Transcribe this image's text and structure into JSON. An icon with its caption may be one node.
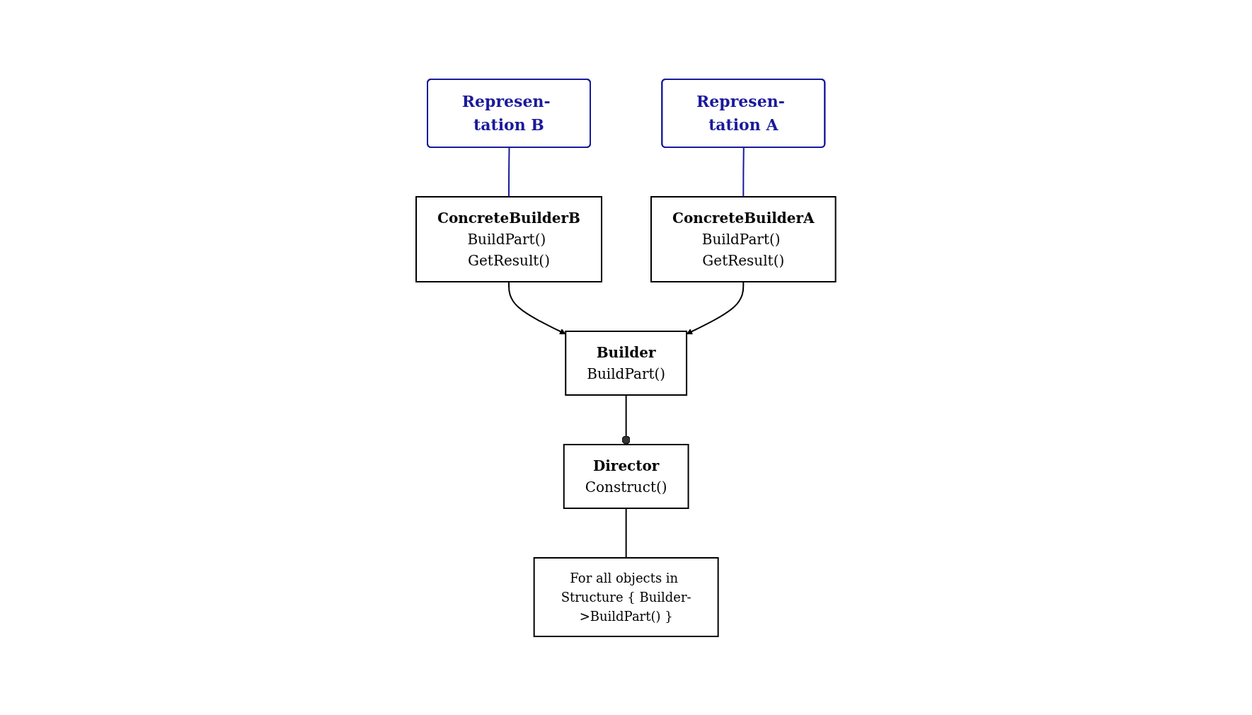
{
  "diagram": {
    "nodes": [
      {
        "text": [
          "Director",
          "Construct()"
        ]
      },
      {
        "text": [
          "Builder",
          "BuildPart()"
        ]
      },
      {
        "text": [
          "For all objects in Structure { Builder->BuildPart() }"
        ]
      },
      {
        "text": [
          "ConcreteBuilderB",
          "BuildPart() GetResult()"
        ]
      },
      {
        "text": [
          "ConcreteBuilderA",
          "BuildPart() GetResult()"
        ]
      },
      {
        "text": [
          "Represen- tation B"
        ]
      },
      {
        "text": [
          "Represen- tation A"
        ]
      }
    ],
    "edges": [
      {
        "from": 1,
        "to": 0,
        "arrow": "other"
      },
      {
        "from": 0,
        "to": 2,
        "arrow": "none"
      },
      {
        "from": 3,
        "to": 1,
        "arrow": "to"
      },
      {
        "from": 4,
        "to": 1,
        "arrow": "to"
      },
      {
        "from": 5,
        "to": 3,
        "arrow": "none",
        "color": "#1a1a9c"
      },
      {
        "from": 6,
        "to": 4,
        "arrow": "none",
        "color": "#1a1a9c"
      }
    ]
  }
}
